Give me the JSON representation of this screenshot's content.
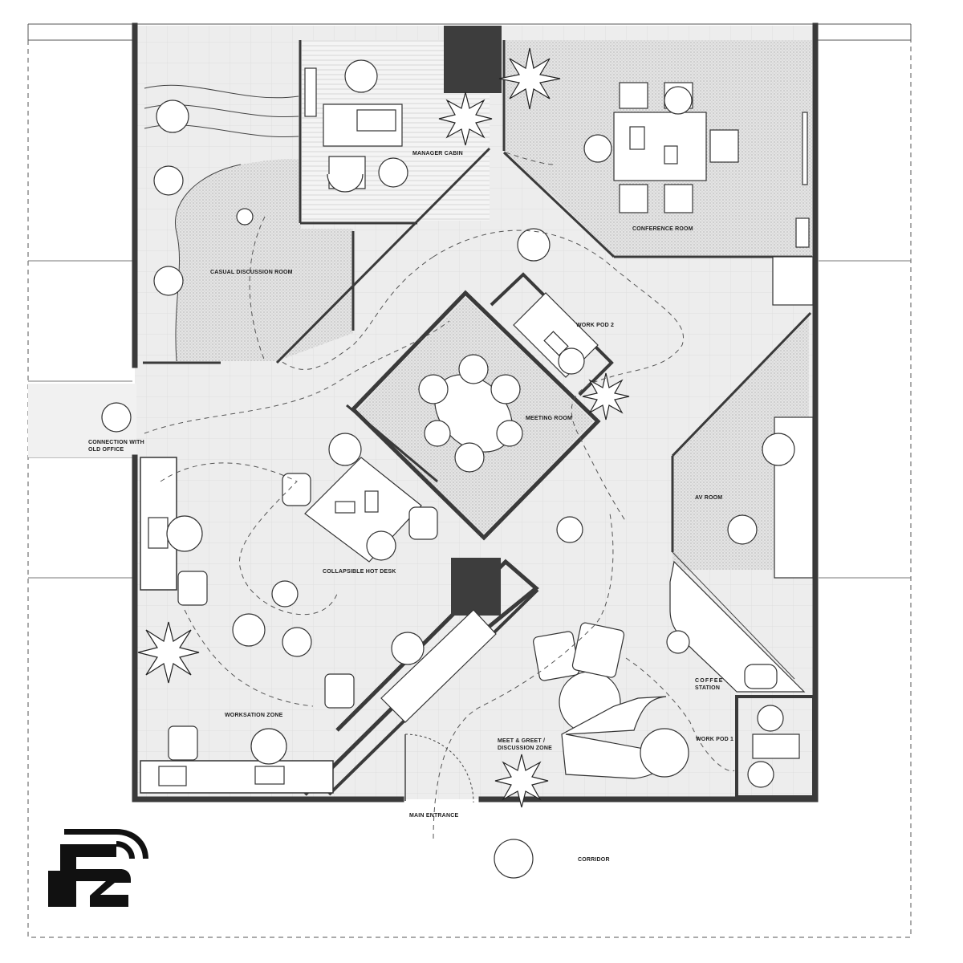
{
  "labels": {
    "manager_cabin": "MANAGER CABIN",
    "conference_room": "CONFERENCE ROOM",
    "casual_discussion_room": "CASUAL DISCUSSION ROOM",
    "work_pod_2": "WORK POD 2",
    "meeting_room": "MEETING ROOM",
    "connection_line1": "CONNECTION WITH",
    "connection_line2": "OLD OFFICE",
    "av_room": "AV ROOM",
    "collapsible_hot_desk": "COLLAPSIBLE HOT DESK",
    "coffee_line1": "COFFEE",
    "coffee_line2": "STATION",
    "worksation_zone": "WORKSATION ZONE",
    "meet_greet_line1": "MEET & GREET /",
    "meet_greet_line2": "DISCUSSION ZONE",
    "work_pod_1": "WORK POD 1",
    "main_entrance": "MAIN ENTRANCE",
    "corridor": "CORRIDOR"
  },
  "colors": {
    "wall": "#3d3d3d",
    "floor": "#ececec",
    "textured_floor": "#dedede",
    "logo": "#111111"
  },
  "logo": {
    "icon": "studio-monogram-logo"
  }
}
